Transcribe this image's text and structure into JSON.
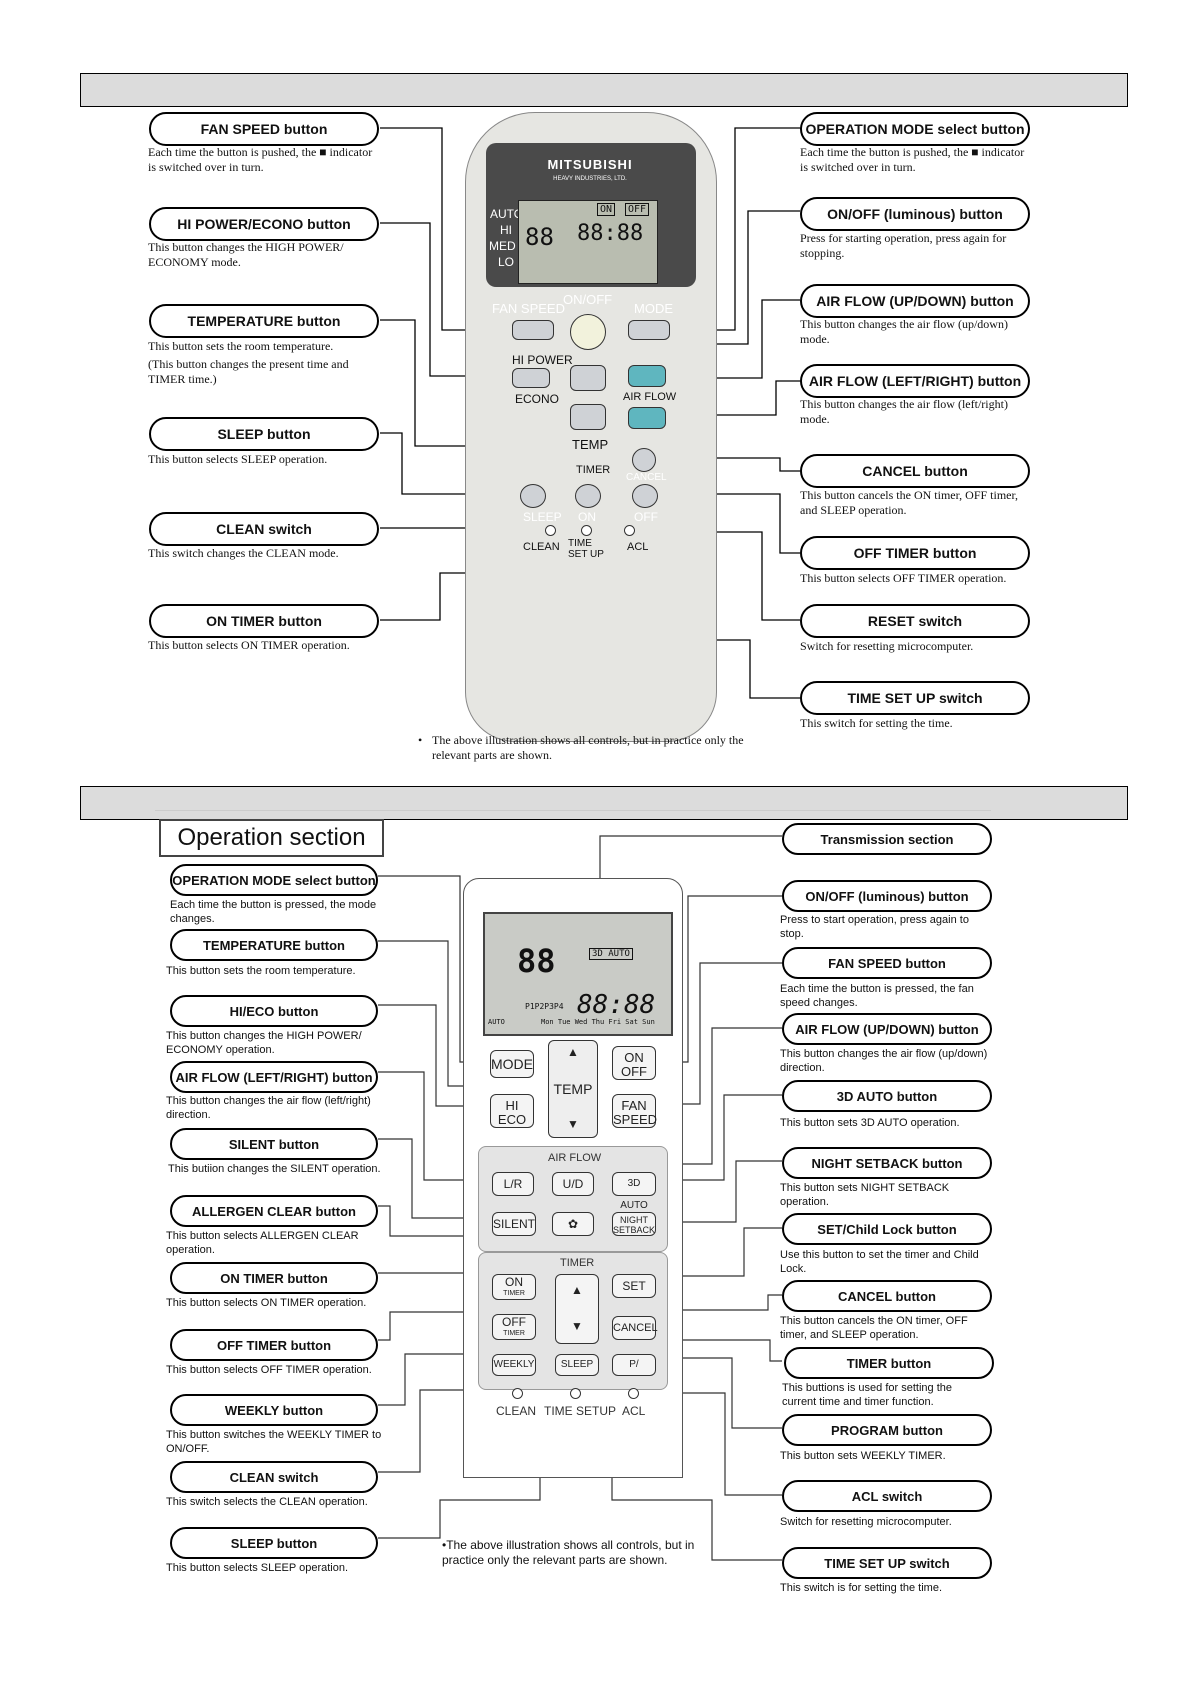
{
  "top_section": {
    "left": [
      {
        "label": "FAN SPEED button",
        "desc": "Each time the button is pushed, the ■ indicator is switched over in turn."
      },
      {
        "label": "HI POWER/ECONO button",
        "desc": "This button changes the HIGH POWER/ ECONOMY mode."
      },
      {
        "label": "TEMPERATURE button",
        "desc": "This button sets the room temperature.",
        "desc2": "(This button changes the present time and TIMER time.)"
      },
      {
        "label": "SLEEP button",
        "desc": "This button selects SLEEP operation."
      },
      {
        "label": "CLEAN switch",
        "desc": "This switch changes the CLEAN mode."
      },
      {
        "label": "ON TIMER button",
        "desc": "This button selects ON TIMER operation."
      }
    ],
    "right": [
      {
        "label": "OPERATION MODE select button",
        "desc": "Each time the button is pushed, the ■ indicator is switched over in turn."
      },
      {
        "label": "ON/OFF (luminous) button",
        "desc": "Press for starting operation, press again for stopping."
      },
      {
        "label": "AIR FLOW (UP/DOWN) button",
        "desc": "This button changes the air flow (up/down) mode."
      },
      {
        "label": "AIR FLOW (LEFT/RIGHT) button",
        "desc": "This button changes the air flow (left/right) mode."
      },
      {
        "label": "CANCEL button",
        "desc": "This button cancels the ON timer, OFF timer, and SLEEP operation."
      },
      {
        "label": "OFF TIMER button",
        "desc": "This button selects OFF TIMER operation."
      },
      {
        "label": "RESET switch",
        "desc": "Switch for resetting microcomputer."
      },
      {
        "label": "TIME SET UP switch",
        "desc": "This switch for setting the time."
      }
    ],
    "note": "The above illustration shows all controls, but in practice only the relevant parts are shown.",
    "remote": {
      "brand": "MITSUBISHI",
      "brand_sub": "HEAVY INDUSTRIES, LTD.",
      "modes": [
        "AUTO",
        "HI",
        "MED",
        "LO"
      ],
      "lcd_temp": "88",
      "lcd_time": "88:88",
      "lcd_on": "ON",
      "lcd_off": "OFF",
      "fan_speed": "FAN SPEED",
      "onoff": "ON/OFF",
      "mode": "MODE",
      "hipower": "HI POWER",
      "econo": "ECONO",
      "airflow": "AIR FLOW",
      "temp": "TEMP",
      "timer": "TIMER",
      "cancel": "CANCEL",
      "sleep": "SLEEP",
      "on": "ON",
      "off": "OFF",
      "clean": "CLEAN",
      "time_set_up": "TIME SET UP",
      "acl": "ACL"
    }
  },
  "bottom_section": {
    "title": "Operation section",
    "left": [
      {
        "label": "OPERATION MODE select button",
        "desc": "Each time the button is pressed, the mode changes."
      },
      {
        "label": "TEMPERATURE button",
        "desc": "This button sets the room temperature."
      },
      {
        "label": "HI/ECO button",
        "desc": "This button changes the HIGH POWER/ ECONOMY operation."
      },
      {
        "label": "AIR FLOW (LEFT/RIGHT) button",
        "desc": "This button changes the air flow (left/right) direction."
      },
      {
        "label": "SILENT button",
        "desc": "This butiion changes the SILENT operation."
      },
      {
        "label": "ALLERGEN CLEAR button",
        "desc": "This button selects ALLERGEN CLEAR operation."
      },
      {
        "label": "ON TIMER button",
        "desc": "This button selects ON TIMER operation."
      },
      {
        "label": "OFF TIMER button",
        "desc": "This button selects OFF TIMER operation."
      },
      {
        "label": "WEEKLY button",
        "desc": "This button switches the WEEKLY TIMER to ON/OFF."
      },
      {
        "label": "CLEAN switch",
        "desc": "This switch selects the CLEAN operation."
      },
      {
        "label": "SLEEP button",
        "desc": "This button selects SLEEP operation."
      }
    ],
    "right": [
      {
        "label": "Transmission section",
        "desc": ""
      },
      {
        "label": "ON/OFF (luminous) button",
        "desc": "Press to start operation, press again to stop."
      },
      {
        "label": "FAN SPEED button",
        "desc": "Each time the button is pressed, the fan speed changes."
      },
      {
        "label": "AIR FLOW (UP/DOWN) button",
        "desc": "This button changes the air flow (up/down) direction."
      },
      {
        "label": "3D AUTO button",
        "desc": "This button sets 3D AUTO operation."
      },
      {
        "label": "NIGHT SETBACK button",
        "desc": "This button sets NIGHT SETBACK operation."
      },
      {
        "label": "SET/Child Lock button",
        "desc": "Use this button to set the timer and Child Lock."
      },
      {
        "label": "CANCEL button",
        "desc": "This button cancels the ON timer, OFF timer, and SLEEP operation."
      },
      {
        "label": "TIMER button",
        "desc": "This buttions is used for setting the current time and timer function."
      },
      {
        "label": "PROGRAM button",
        "desc": "This button sets WEEKLY TIMER."
      },
      {
        "label": "ACL switch",
        "desc": "Switch for resetting microcomputer."
      },
      {
        "label": "TIME SET UP switch",
        "desc": "This switch is for setting the time."
      }
    ],
    "note": "•The above illustration shows all controls, but in practice only the relevant parts are shown.",
    "remote": {
      "mode": "MODE",
      "temp": "TEMP",
      "on": "ON",
      "off": "OFF",
      "hi": "HI",
      "eco": "ECO",
      "fan": "FAN",
      "speed": "SPEED",
      "airflow": "AIR FLOW",
      "lr": "L/R",
      "ud": "U/D",
      "auto3d": "3D AUTO",
      "silent": "SILENT",
      "night": "NIGHT",
      "setback": "SETBACK",
      "timer": "TIMER",
      "on_t": "ON",
      "timer_sm": "TIMER",
      "set": "SET",
      "off_t": "OFF",
      "cancel": "CANCEL",
      "weekly": "WEEKLY",
      "sleep": "SLEEP",
      "p": "P/",
      "clean": "CLEAN",
      "time_setup": "TIME SETUP",
      "acl": "ACL",
      "lcd_big": "88",
      "lcd_time": "88:88",
      "lcd_days": "Mon Tue Wed Thu Fri Sat Sun",
      "lcd_prog": "P1P2P3P4",
      "lcd_auto": "AUTO",
      "lcd_3d": "3D AUTO"
    }
  }
}
